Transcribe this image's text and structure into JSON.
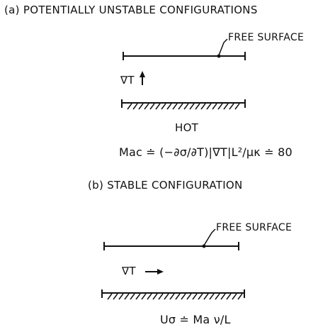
{
  "section_a": {
    "title": "(a) POTENTIALLY UNSTABLE CONFIGURATIONS",
    "free_surface_label": "FREE SURFACE",
    "gradient_label": "∇T",
    "hot_label": "HOT",
    "equation": "Mac ≐ (−∂σ/∂T)|∇T|L²/μκ ≐ 80"
  },
  "section_b": {
    "title": "(b) STABLE CONFIGURATION",
    "free_surface_label": "FREE SURFACE",
    "gradient_label": "∇T",
    "equation": "Uσ ≐ Ma ν/L"
  },
  "colors": {
    "ink": "#111111",
    "background": "#ffffff"
  }
}
